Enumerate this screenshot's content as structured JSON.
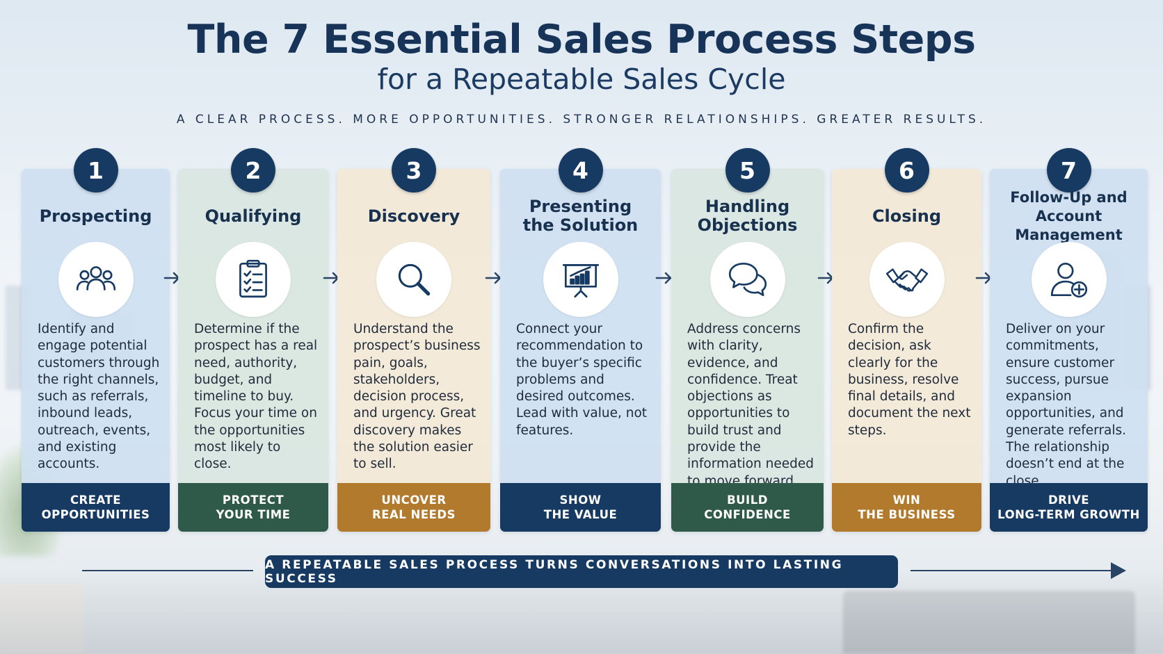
{
  "header": {
    "title": "The 7 Essential Sales Process Steps",
    "subtitle": "for a Repeatable Sales Cycle",
    "tagline": "A CLEAR PROCESS. MORE OPPORTUNITIES. STRONGER RELATIONSHIPS. GREATER RESULTS."
  },
  "colors": {
    "navy": "#173a63",
    "green": "#2f5a4a",
    "gold": "#b27a2c",
    "card_blue": "#cee0f1",
    "card_green": "#d9e6df",
    "card_tan": "#f3e8d6"
  },
  "steps": [
    {
      "number": "1",
      "title": "Prospecting",
      "icon": "people-icon",
      "description": "Identify and engage potential customers through the right channels, such as referrals, inbound leads, outreach, events, and existing accounts.",
      "footer_line1": "CREATE",
      "footer_line2": "OPPORTUNITIES"
    },
    {
      "number": "2",
      "title": "Qualifying",
      "icon": "clipboard-checklist-icon",
      "description": "Determine if the prospect has a real need, authority, budget, and timeline to buy. Focus your time on the opportunities most likely to close.",
      "footer_line1": "PROTECT",
      "footer_line2": "YOUR TIME"
    },
    {
      "number": "3",
      "title": "Discovery",
      "icon": "magnifier-icon",
      "description": "Understand the prospect’s business pain, goals, stakeholders, decision process, and urgency. Great discovery makes the solution easier to sell.",
      "footer_line1": "UNCOVER",
      "footer_line2": "REAL NEEDS"
    },
    {
      "number": "4",
      "title_line1": "Presenting",
      "title_line2": "the Solution",
      "icon": "presentation-board-icon",
      "description": "Connect your recommendation to the buyer’s specific problems and desired outcomes. Lead with value, not features.",
      "footer_line1": "SHOW",
      "footer_line2": "THE VALUE"
    },
    {
      "number": "5",
      "title_line1": "Handling",
      "title_line2": "Objections",
      "icon": "speech-bubbles-icon",
      "description": "Address concerns with clarity, evidence, and confidence. Treat objections as opportunities to build trust and provide the information needed to move forward.",
      "footer_line1": "BUILD",
      "footer_line2": "CONFIDENCE"
    },
    {
      "number": "6",
      "title": "Closing",
      "icon": "handshake-icon",
      "description": "Confirm the decision, ask clearly for the business, resolve final details, and document the next steps.",
      "footer_line1": "WIN",
      "footer_line2": "THE BUSINESS"
    },
    {
      "number": "7",
      "title_line1": "Follow-Up and",
      "title_line2": "Account Management",
      "icon": "user-add-icon",
      "description": "Deliver on your commitments, ensure customer success, pursue expansion opportunities, and generate referrals. The relationship doesn’t end at the close.",
      "footer_line1": "DRIVE",
      "footer_line2": "LONG-TERM GROWTH"
    }
  ],
  "footer_banner": "A REPEATABLE SALES PROCESS TURNS CONVERSATIONS INTO LASTING SUCCESS"
}
